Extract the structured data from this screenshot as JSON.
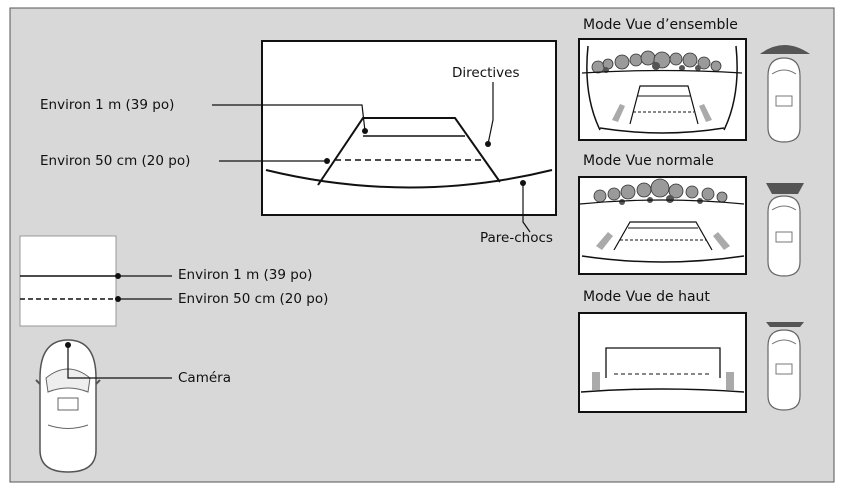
{
  "labels": {
    "guidelines": "Directives",
    "dist_1m": "Environ 1 m (39 po)",
    "dist_50cm": "Environ 50 cm (20 po)",
    "bumper": "Pare-chocs",
    "dist_1m_side": "Environ 1 m (39 po)",
    "dist_50cm_side": "Environ 50 cm (20 po)",
    "camera": "Caméra"
  },
  "modes": {
    "wide": "Mode Vue d’ensemble",
    "normal": "Mode Vue normale",
    "top": "Mode Vue de haut"
  },
  "colors": {
    "background": "#d8d8d8",
    "screen": "#ffffff",
    "line": "#1a1a1a",
    "sensor_zone": "#555555"
  }
}
